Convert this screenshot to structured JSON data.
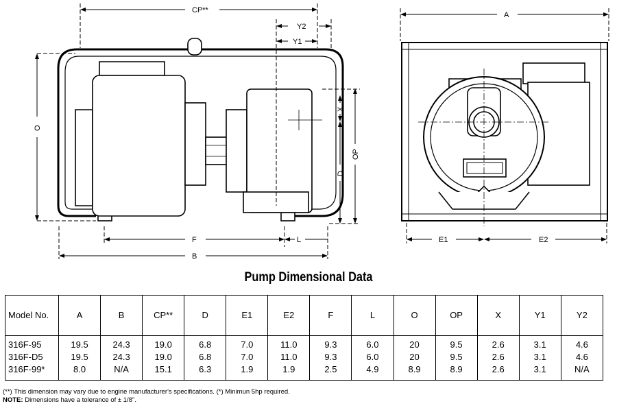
{
  "title": "Pump Dimensional Data",
  "labels": {
    "cp": "CP**",
    "y2": "Y2",
    "y1": "Y1",
    "o": "O",
    "x": "X",
    "d": "D",
    "op": "OP",
    "f": "F",
    "l": "L",
    "b": "B",
    "a": "A",
    "e1": "E1",
    "e2": "E2"
  },
  "table": {
    "headers": [
      "Model No.",
      "A",
      "B",
      "CP**",
      "D",
      "E1",
      "E2",
      "F",
      "L",
      "O",
      "OP",
      "X",
      "Y1",
      "Y2"
    ],
    "rows": [
      [
        "316F-95",
        "19.5",
        "24.3",
        "19.0",
        "6.8",
        "7.0",
        "11.0",
        "9.3",
        "6.0",
        "20",
        "9.5",
        "2.6",
        "3.1",
        "4.6"
      ],
      [
        "316F-D5",
        "19.5",
        "24.3",
        "19.0",
        "6.8",
        "7.0",
        "11.0",
        "9.3",
        "6.0",
        "20",
        "9.5",
        "2.6",
        "3.1",
        "4.6"
      ],
      [
        "316F-99*",
        "8.0",
        "N/A",
        "15.1",
        "6.3",
        "1.9",
        "1.9",
        "2.5",
        "4.9",
        "8.9",
        "8.9",
        "2.6",
        "3.1",
        "N/A"
      ]
    ]
  },
  "notes": {
    "line1": "(**) This dimension may vary due to engine manufacturer's specifications.  (*) Minimun 5hp required.",
    "note_label": "NOTE:",
    "line2": " Dimensions have a tolerance of ± 1/8\"."
  }
}
